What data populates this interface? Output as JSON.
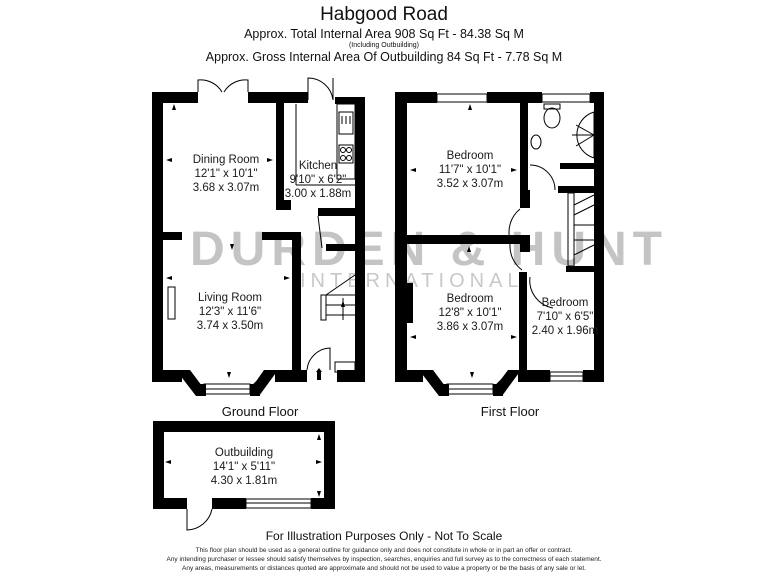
{
  "header": {
    "title": "Habgood Road",
    "total_area": "Approx. Total Internal Area   908 Sq Ft  -  84.38 Sq M",
    "including_note": "(Including Outbuilding)",
    "outbuilding_area": "Approx. Gross Internal Area Of Outbuilding  84 Sq Ft  -  7.78 Sq M"
  },
  "watermark": {
    "brand": "DURDEN & HUNT",
    "sub": "INTERNATIONAL"
  },
  "floors": {
    "ground": {
      "label": "Ground Floor",
      "rooms": [
        {
          "name": "Dining Room",
          "imperial": "12'1\" x 10'1\"",
          "metric": "3.68 x 3.07m"
        },
        {
          "name": "Kitchen",
          "imperial": "9'10\" x 6'2\"",
          "metric": "3.00 x 1.88m"
        },
        {
          "name": "Living Room",
          "imperial": "12'3\" x 11'6\"",
          "metric": "3.74 x 3.50m"
        }
      ]
    },
    "first": {
      "label": "First Floor",
      "rooms": [
        {
          "name": "Bedroom",
          "imperial": "11'7\" x 10'1\"",
          "metric": "3.52 x 3.07m"
        },
        {
          "name": "Bedroom",
          "imperial": "12'8\" x 10'1\"",
          "metric": "3.86 x 3.07m"
        },
        {
          "name": "Bedroom",
          "imperial": "7'10\" x 6'5\"",
          "metric": "2.40 x 1.96m"
        }
      ]
    },
    "outbuilding": {
      "rooms": [
        {
          "name": "Outbuilding",
          "imperial": "14'1\" x 5'11\"",
          "metric": "4.30 x 1.81m"
        }
      ]
    }
  },
  "footer": {
    "scale_note": "For Illustration Purposes Only - Not To Scale",
    "disclaimer": [
      "This floor plan should be used as a general outline for guidance only and does not constitute in whole or in part an offer or contract.",
      "Any intending purchaser or lessee should satisfy themselves by inspection, searches, enquiries and full survey as to the correctness of each statement.",
      "Any areas, measurements or distances quoted are approximate and should not be used to value a property or be the basis of any sale or let."
    ]
  },
  "colors": {
    "wall": "#000000",
    "watermark": "#c4c4c4",
    "background": "#ffffff"
  }
}
